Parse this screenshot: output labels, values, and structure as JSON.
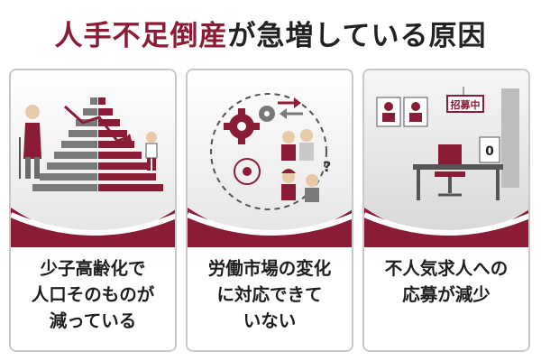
{
  "title": {
    "accent": "人手不足倒産",
    "rest": "が急増している原因"
  },
  "cards": [
    {
      "lines": [
        "少子高齢化で",
        "人口そのものが",
        "減っている"
      ]
    },
    {
      "lines": [
        "労働市場の変化",
        "に対応できて",
        "いない"
      ]
    },
    {
      "lines": [
        "不人気求人への",
        "応募が減少"
      ]
    }
  ],
  "sign": "招募中",
  "question_mark": "?",
  "digit_zero": "0"
}
